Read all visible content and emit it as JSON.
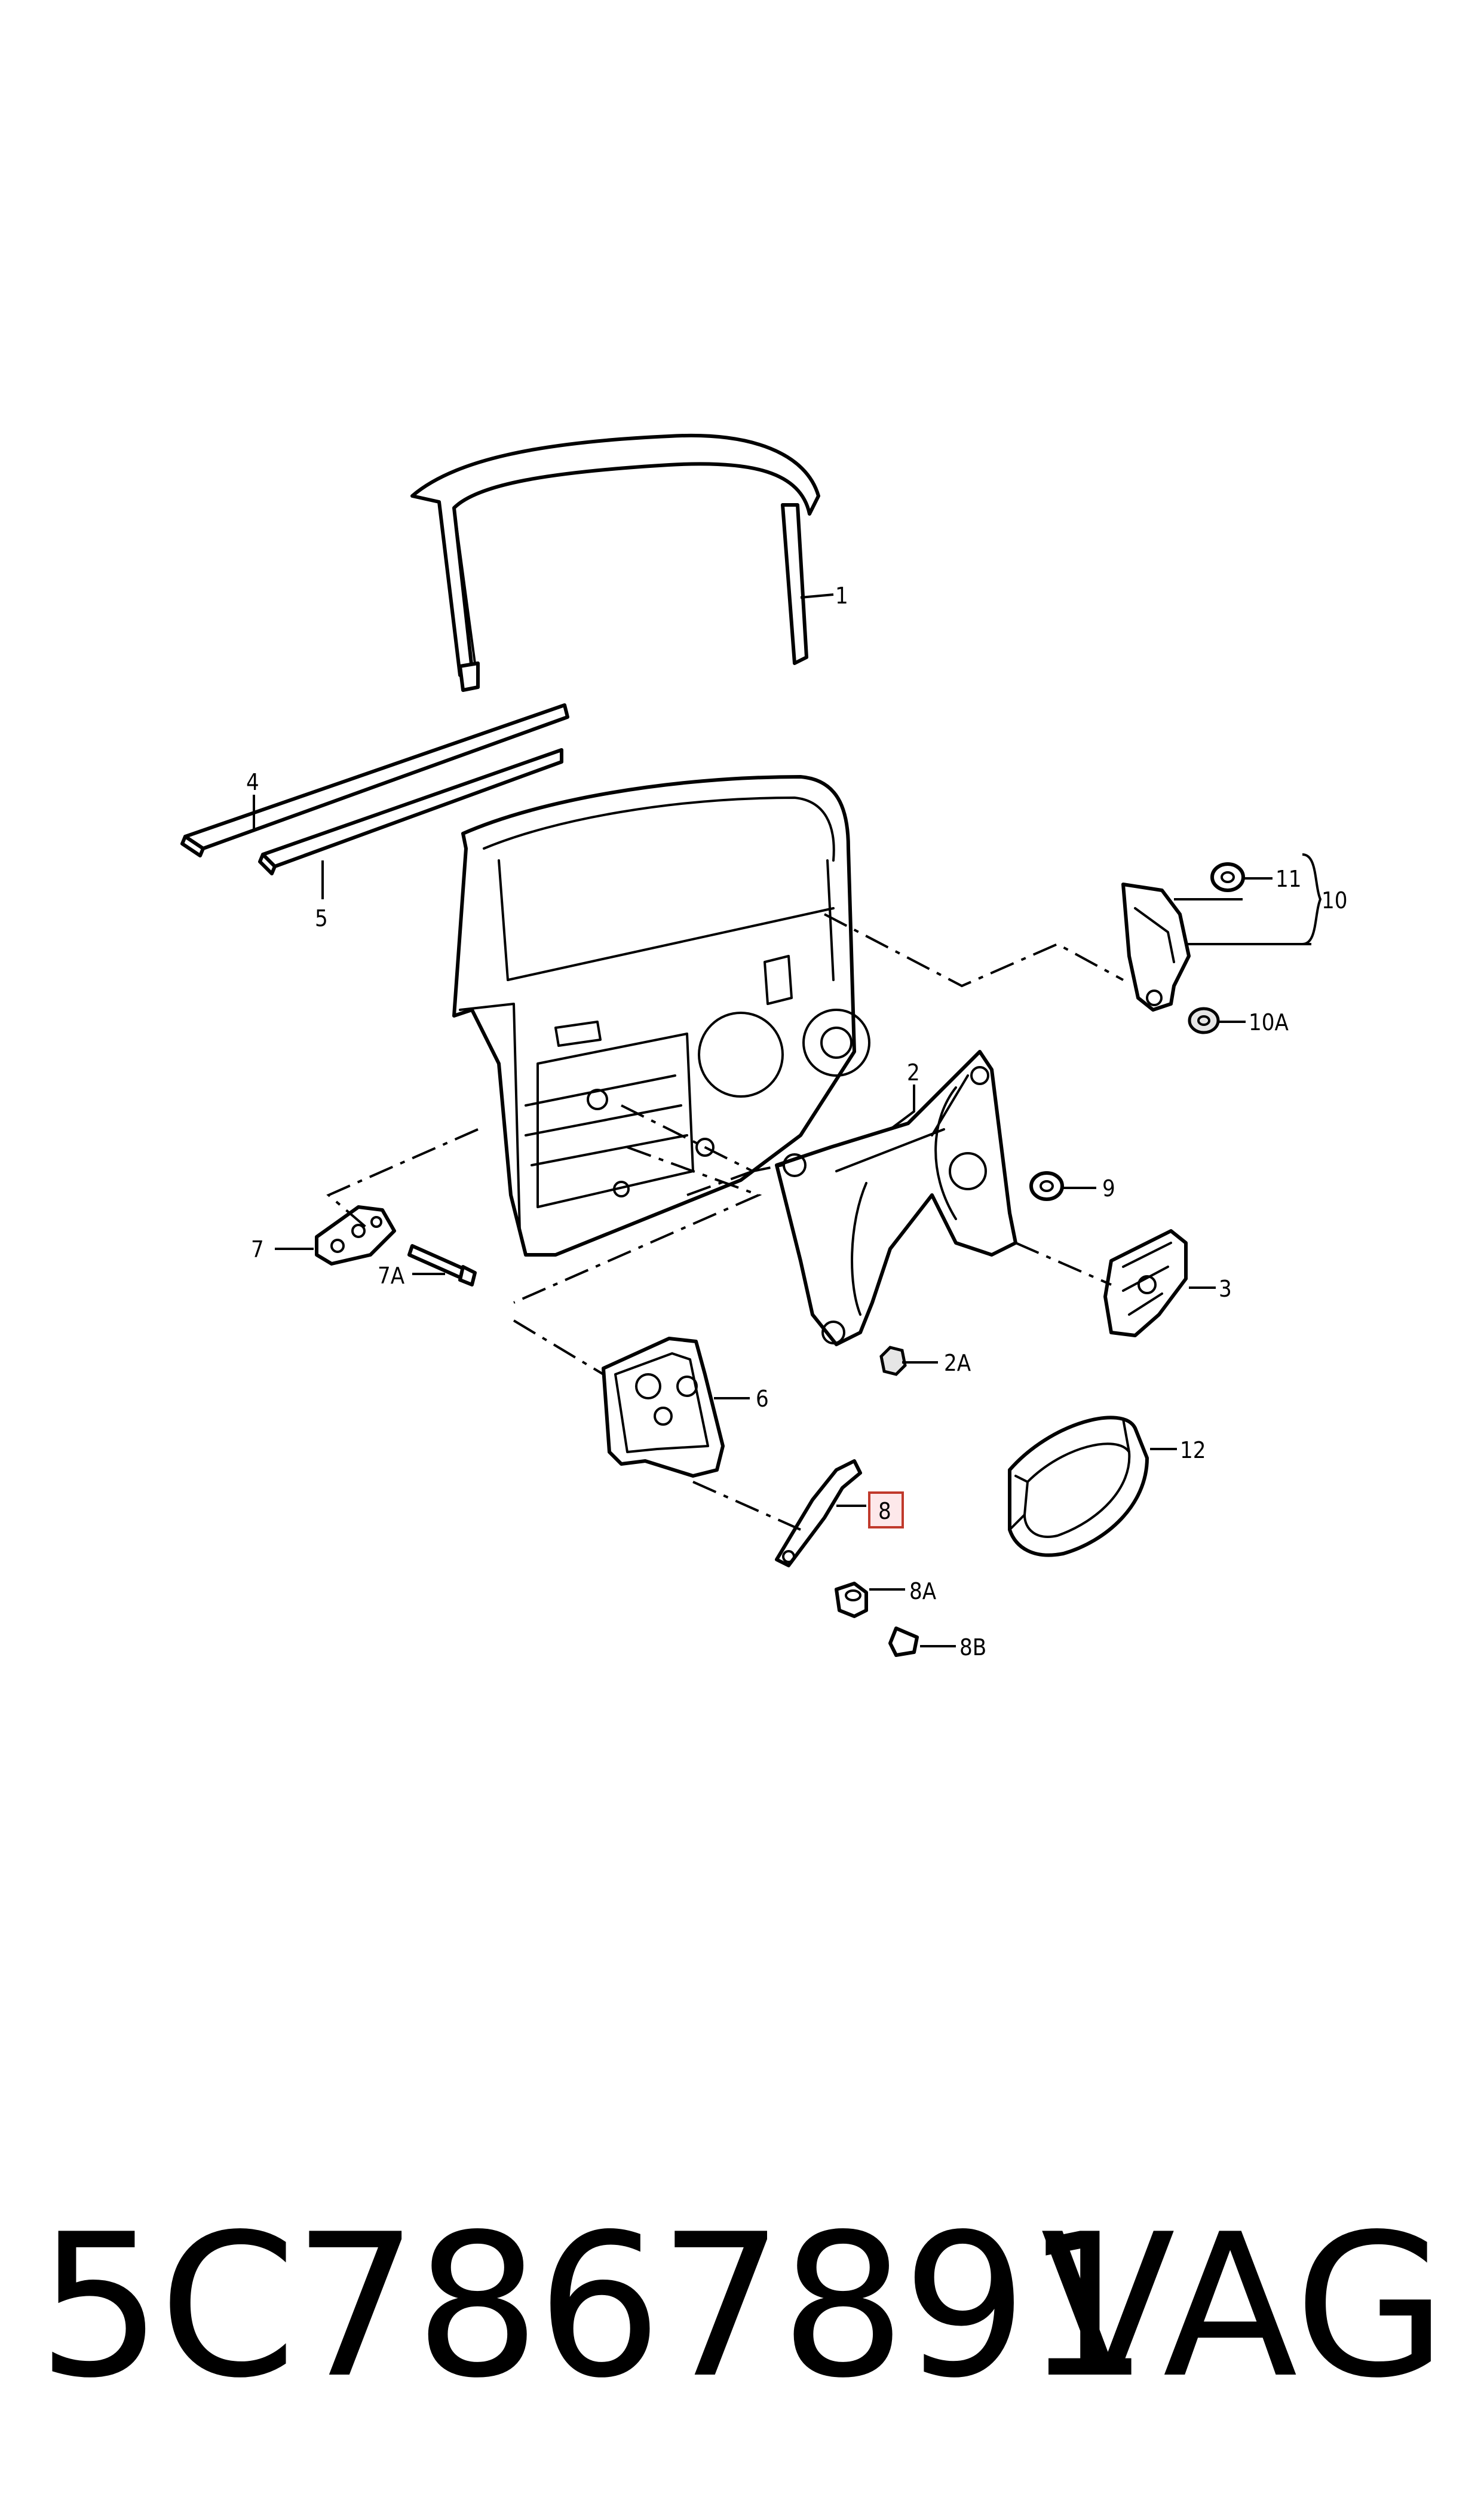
{
  "callouts": {
    "c1": "1",
    "c2": "2",
    "c2a": "2A",
    "c3": "3",
    "c4": "4",
    "c5": "5",
    "c6": "6",
    "c7": "7",
    "c7a": "7A",
    "c8": "8",
    "c8a": "8A",
    "c8b": "8B",
    "c9": "9",
    "c10": "10",
    "c10a": "10A",
    "c11": "11",
    "c12": "12"
  },
  "highlighted_callout": "8",
  "colors": {
    "highlight_border": "#c0392b",
    "highlight_fill": "#fde8ea",
    "line": "#000000"
  },
  "footer": {
    "part_number": "5C7867891",
    "brand": "VAG"
  }
}
